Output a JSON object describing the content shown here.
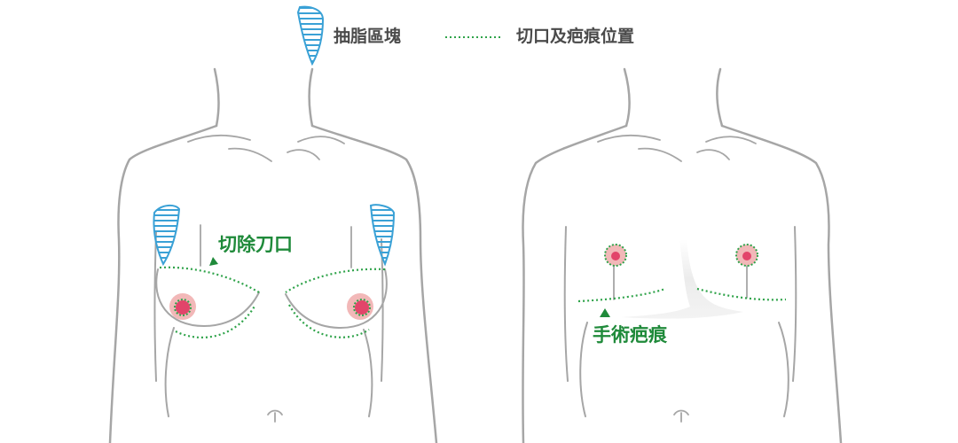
{
  "legend": {
    "liposuction_label": "抽脂區塊",
    "incision_label": "切口及疤痕位置"
  },
  "before": {
    "incision_label": "切除刀口"
  },
  "after": {
    "scar_label": "手術疤痕"
  },
  "colors": {
    "outline": "#a6a6a6",
    "lipo_hatch": "#3aa1d6",
    "incision": "#2fa34a",
    "label_green": "#1f8a3a",
    "areola": "#f2b8b8",
    "nipple": "#e2456a",
    "legend_text": "#4a4a4a"
  }
}
